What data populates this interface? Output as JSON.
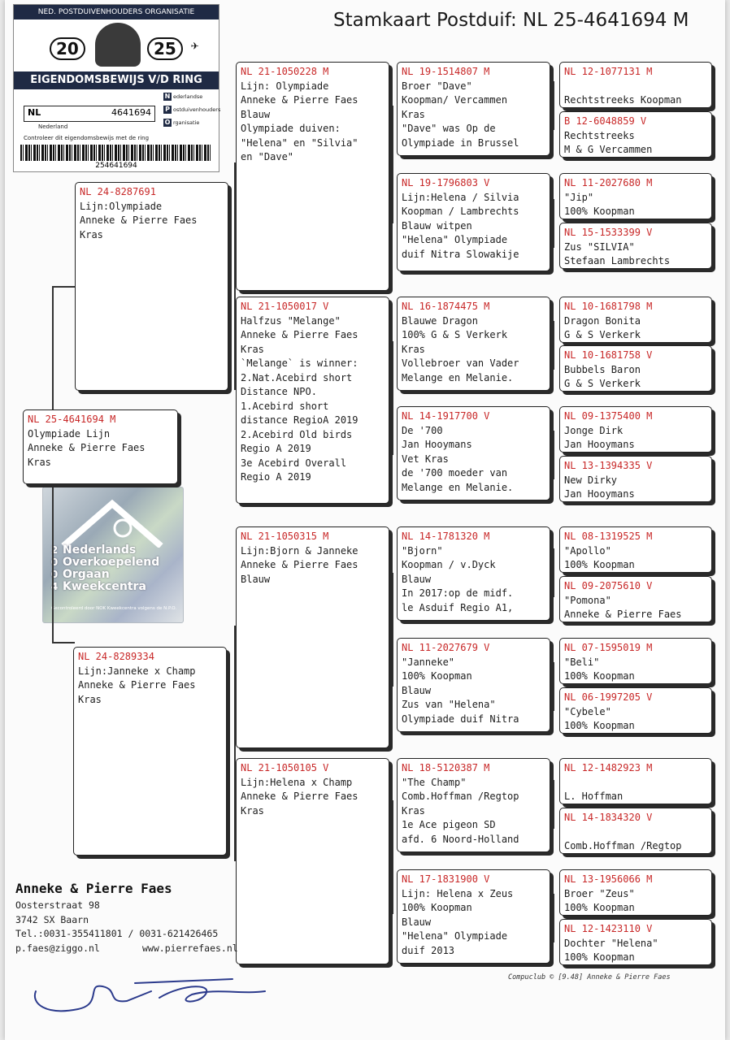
{
  "header": {
    "title": "Stamkaart Postduif: NL  25-4641694 M"
  },
  "certificate": {
    "org": "NED. POSTDUIVENHOUDERS ORGANISATIE",
    "year_left": "20",
    "year_right": "25",
    "banner": "EIGENDOMSBEWIJS V/D RING",
    "country": "NL",
    "ring_number": "4641694",
    "nederland_label": "Nederland",
    "side_1": "ederlandse",
    "side_2": "ostduivenhouders",
    "side_3": "rganisatie",
    "control_note": "Controleer dit eigendomsbewijs met de ring",
    "barcode_number": "254641694"
  },
  "hologram": {
    "year": [
      "2",
      "0",
      "0",
      "4"
    ],
    "lines": [
      "Nederlands",
      "Overkoepelend",
      "Orgaan",
      "Kweekcentra"
    ],
    "caption": "Gecontroleerd door NOK Kweekcentra volgens de N.P.O."
  },
  "cards": {
    "subject": {
      "ring": "NL  25-4641694 M",
      "lines": [
        "Olympiade Lijn",
        "Anneke & Pierre Faes",
        "Kras"
      ]
    },
    "sire": {
      "ring": "NL  24-8287691",
      "lines": [
        "Lijn:Olympiade",
        "Anneke & Pierre Faes",
        "Kras"
      ]
    },
    "dam": {
      "ring": "NL  24-8289334",
      "lines": [
        "Lijn:Janneke x Champ",
        "Anneke & Pierre Faes",
        "Kras"
      ]
    },
    "ss": {
      "ring": "NL  21-1050228 M",
      "lines": [
        "Lijn: Olympiade",
        "Anneke & Pierre Faes",
        "Blauw",
        "Olympiade duiven:",
        "\"Helena\" en \"Silvia\"",
        "en \"Dave\""
      ]
    },
    "sd": {
      "ring": "NL  21-1050017 V",
      "lines": [
        "Halfzus \"Melange\"",
        "Anneke & Pierre Faes",
        "Kras",
        "`Melange` is winner:",
        "2.Nat.Acebird short",
        "Distance NPO.",
        "1.Acebird short",
        "distance RegioA 2019",
        "2.Acebird Old birds",
        "Regio A 2019",
        "3e Acebird Overall",
        "Regio A 2019"
      ]
    },
    "ds": {
      "ring": "NL  21-1050315 M",
      "lines": [
        "Lijn:Bjorn & Janneke",
        "Anneke & Pierre Faes",
        "Blauw"
      ]
    },
    "dd": {
      "ring": "NL  21-1050105 V",
      "lines": [
        "Lijn:Helena x Champ",
        "Anneke & Pierre Faes",
        "Kras"
      ]
    },
    "sss": {
      "ring": "NL  19-1514807 M",
      "lines": [
        " Broer  \"Dave\"",
        "Koopman/ Vercammen",
        "Kras",
        "\"Dave\" was Op de",
        "Olympiade in Brussel"
      ]
    },
    "ssd": {
      "ring": "NL  19-1796803 V",
      "lines": [
        "Lijn:Helena / Silvia",
        "Koopman / Lambrechts",
        "Blauw witpen",
        "\"Helena\" Olympiade",
        "duif Nitra Slowakije"
      ]
    },
    "sds": {
      "ring": "NL  16-1874475 M",
      "lines": [
        "Blauwe Dragon",
        "100% G & S Verkerk",
        "Kras",
        "Vollebroer van Vader",
        "Melange en Melanie."
      ]
    },
    "sdd": {
      "ring": "NL  14-1917700 V",
      "lines": [
        "De '700",
        "Jan Hooymans",
        "Vet Kras",
        "de '700 moeder van",
        "Melange en Melanie."
      ]
    },
    "dss": {
      "ring": "NL  14-1781320 M",
      "lines": [
        "\"Bjorn\"",
        "Koopman / v.Dyck",
        "Blauw",
        "In 2017:op de midf.",
        "le Asduif Regio A1,"
      ]
    },
    "dsd": {
      "ring": "NL  11-2027679 V",
      "lines": [
        "\"Janneke\"",
        "100% Koopman",
        "Blauw",
        "Zus van \"Helena\"",
        "Olympiade duif Nitra"
      ]
    },
    "dds": {
      "ring": "NL  18-5120387 M",
      "lines": [
        "\"The Champ\"",
        "Comb.Hoffman /Regtop",
        "Kras",
        "1e Ace pigeon SD",
        "afd. 6 Noord-Holland"
      ]
    },
    "ddd": {
      "ring": "NL  17-1831900 V",
      "lines": [
        "Lijn: Helena x Zeus",
        "100%  Koopman",
        "Blauw",
        "\"Helena\" Olympiade",
        "duif 2013"
      ]
    },
    "g1": {
      "ring": "NL  12-1077131 M",
      "lines": [
        "",
        "Rechtstreeks Koopman"
      ]
    },
    "g2": {
      "ring": "B   12-6048859 V",
      "lines": [
        "Rechtstreeks",
        "M & G Vercammen"
      ]
    },
    "g3": {
      "ring": "NL  11-2027680 M",
      "lines": [
        "\"Jip\"",
        "100% Koopman"
      ]
    },
    "g4": {
      "ring": "NL  15-1533399 V",
      "lines": [
        "Zus \"SILVIA\"",
        "Stefaan Lambrechts"
      ]
    },
    "g5": {
      "ring": "NL  10-1681798 M",
      "lines": [
        "Dragon Bonita",
        "G & S Verkerk"
      ]
    },
    "g6": {
      "ring": "NL  10-1681758 V",
      "lines": [
        "Bubbels Baron",
        "G & S Verkerk"
      ]
    },
    "g7": {
      "ring": "NL  09-1375400 M",
      "lines": [
        "Jonge Dirk",
        "Jan Hooymans"
      ]
    },
    "g8": {
      "ring": "NL  13-1394335 V",
      "lines": [
        "New Dirky",
        "Jan Hooymans"
      ]
    },
    "g9": {
      "ring": "NL  08-1319525 M",
      "lines": [
        "\"Apollo\"",
        "100% Koopman"
      ]
    },
    "g10": {
      "ring": "NL  09-2075610 V",
      "lines": [
        "\"Pomona\"",
        "Anneke & Pierre Faes"
      ]
    },
    "g11": {
      "ring": "NL  07-1595019 M",
      "lines": [
        "\"Beli\"",
        "100% Koopman"
      ]
    },
    "g12": {
      "ring": "NL  06-1997205 V",
      "lines": [
        "\"Cybele\"",
        "100% Koopman"
      ]
    },
    "g13": {
      "ring": "NL  12-1482923 M",
      "lines": [
        "",
        "L. Hoffman"
      ]
    },
    "g14": {
      "ring": "NL  14-1834320 V",
      "lines": [
        "",
        "Comb.Hoffman /Regtop"
      ]
    },
    "g15": {
      "ring": "NL  13-1956066 M",
      "lines": [
        "Broer \"Zeus\"",
        "100% Koopman"
      ]
    },
    "g16": {
      "ring": "NL  12-1423110 V",
      "lines": [
        "Dochter \"Helena\"",
        "100% Koopman"
      ]
    }
  },
  "owner": {
    "name": "Anneke & Pierre Faes",
    "street": "Oosterstraat 98",
    "city": "3742 SX  Baarn",
    "phone": "Tel.:0031-355411801 / 0031-621426465",
    "email": "p.faes@ziggo.nl",
    "website": "www.pierrefaes.nl"
  },
  "footer": {
    "credit": "Compuclub © [9.48]  Anneke & Pierre Faes"
  }
}
